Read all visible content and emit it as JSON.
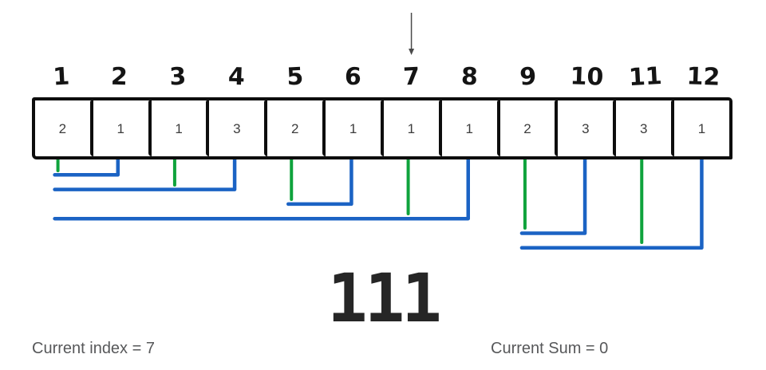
{
  "diagram": {
    "pointer": {
      "target_cell": 7
    },
    "cells": [
      {
        "index": "1",
        "value": "2"
      },
      {
        "index": "2",
        "value": "1"
      },
      {
        "index": "3",
        "value": "1"
      },
      {
        "index": "4",
        "value": "3"
      },
      {
        "index": "5",
        "value": "2"
      },
      {
        "index": "6",
        "value": "1"
      },
      {
        "index": "7",
        "value": "1"
      },
      {
        "index": "8",
        "value": "1"
      },
      {
        "index": "9",
        "value": "2"
      },
      {
        "index": "10",
        "value": "3"
      },
      {
        "index": "11",
        "value": "3"
      },
      {
        "index": "12",
        "value": "1"
      }
    ],
    "green_markers": [
      {
        "cell": 1,
        "level": 1
      },
      {
        "cell": 3,
        "level": 2
      },
      {
        "cell": 5,
        "level": 3
      },
      {
        "cell": 7,
        "level": 4
      },
      {
        "cell": 9,
        "level": 5
      },
      {
        "cell": 11,
        "level": 6
      }
    ],
    "blue_connectors": [
      {
        "from": 2,
        "to": 1,
        "level": 1
      },
      {
        "from": 4,
        "to": 1,
        "level": 2
      },
      {
        "from": 6,
        "to": 5,
        "level": 3
      },
      {
        "from": 8,
        "to": 1,
        "level": 4
      },
      {
        "from": 10,
        "to": 9,
        "level": 5
      },
      {
        "from": 12,
        "to": 9,
        "level": 6
      }
    ],
    "result_number": "111",
    "status": {
      "left": "Current index = 7",
      "right": "Current Sum = 0"
    },
    "colors": {
      "green": "#0fa33c",
      "blue": "#1b63c4",
      "arrow": "#4a4a4a",
      "box_border": "#0d0d0d"
    }
  }
}
